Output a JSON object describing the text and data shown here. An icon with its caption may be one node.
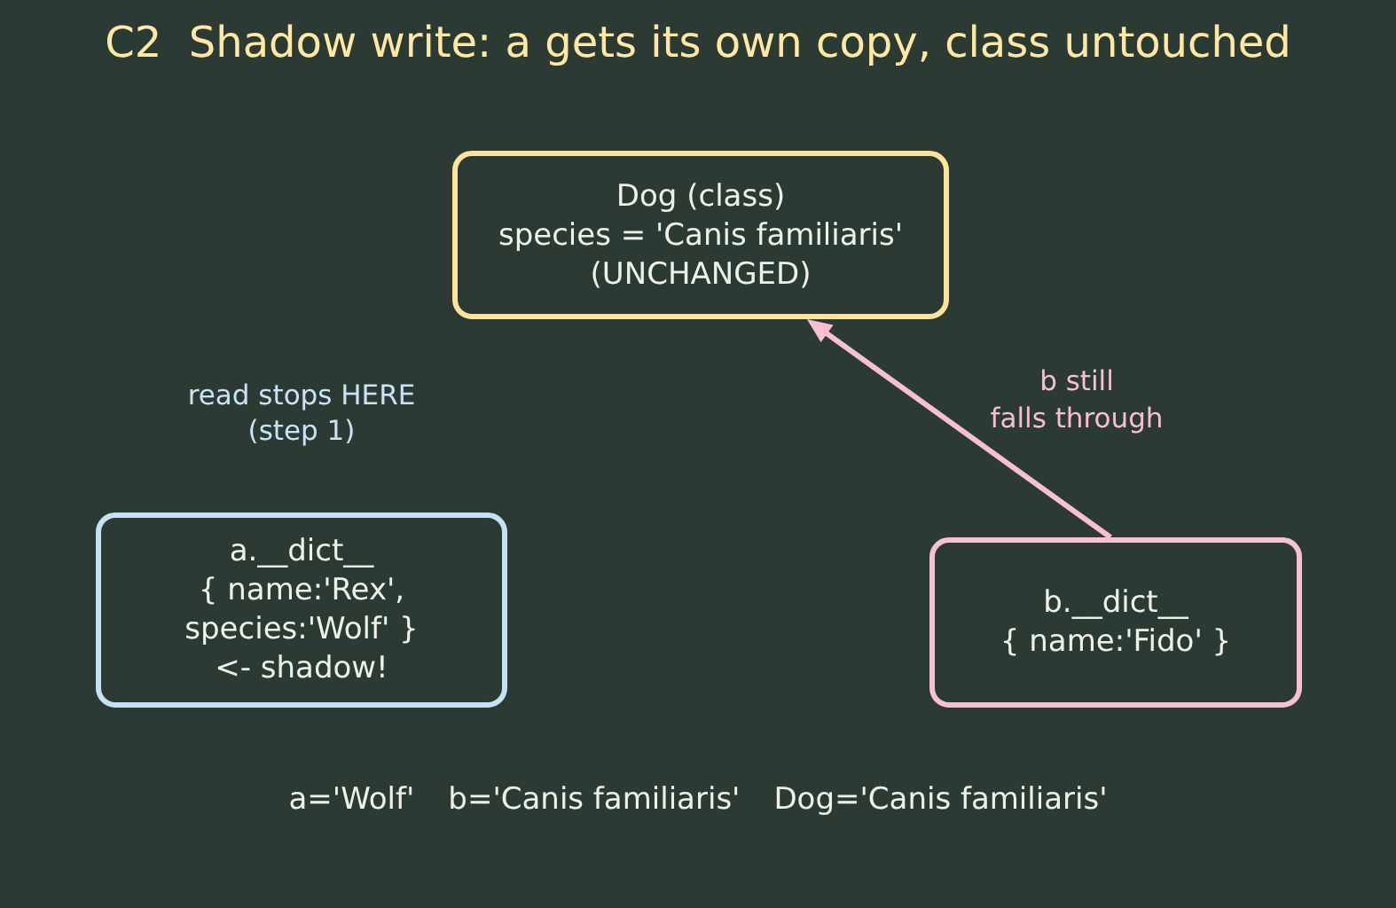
{
  "diagram": {
    "title": "C2  Shadow write: a gets its own copy, class untouched",
    "nodes": [
      {
        "text": [
          "Dog (class) species = 'Canis familiaris' (UNCHANGED)"
        ]
      },
      {
        "text": [
          "a.__dict__ { name:'Rex', species:'Wolf' } <- shadow!"
        ]
      },
      {
        "text": [
          "b.__dict__ { name:'Fido' }"
        ]
      }
    ],
    "edges": [
      {
        "from": 2,
        "to": 0,
        "arrow": "to",
        "label": "b still falls through"
      }
    ],
    "labels": [
      "read stops HERE (step 1)",
      "a='Wolf'",
      "b='Canis familiaris'",
      "Dog='Canis familiaris'"
    ]
  }
}
